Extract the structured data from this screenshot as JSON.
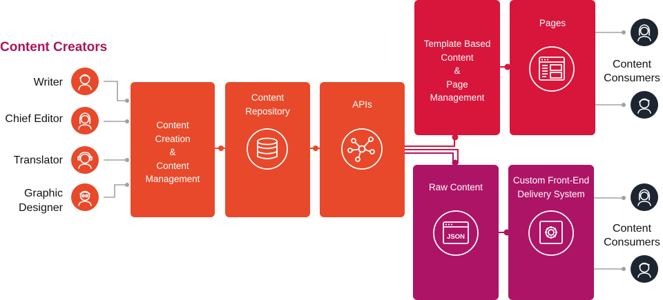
{
  "creators": {
    "heading": "Content Creators",
    "roles": [
      {
        "name": "Writer",
        "icon": "writer-icon"
      },
      {
        "name": "Chief Editor",
        "icon": "chief-editor-icon"
      },
      {
        "name": "Translator",
        "icon": "translator-icon"
      },
      {
        "name": "Graphic\nDesigner",
        "icon": "graphic-designer-icon"
      }
    ]
  },
  "pipeline": {
    "creation": {
      "label": "Content\nCreation\n&\nContent\nManagement"
    },
    "repository": {
      "label": "Content\nRepository",
      "icon": "database-icon"
    },
    "apis": {
      "label": "APIs",
      "icon": "network-icon"
    }
  },
  "top_branch": {
    "template": {
      "label": "Template Based\nContent\n&\nPage\nManagement"
    },
    "pages": {
      "label": "Pages",
      "icon": "webpage-layout-icon"
    },
    "consumers_label": "Content\nConsumers"
  },
  "bottom_branch": {
    "raw": {
      "label": "Raw Content",
      "icon": "json-window-icon",
      "badge": "JSON"
    },
    "custom": {
      "label": "Custom Front-End\nDelivery System",
      "icon": "gear-window-icon"
    },
    "consumers_label": "Content\nConsumers"
  },
  "colors": {
    "orange": "#e8492a",
    "red": "#d8153a",
    "purple": "#ad1466",
    "heading": "#ad1457",
    "consumer_avatar": "#1c2530",
    "connector": "#9e9e9e"
  }
}
